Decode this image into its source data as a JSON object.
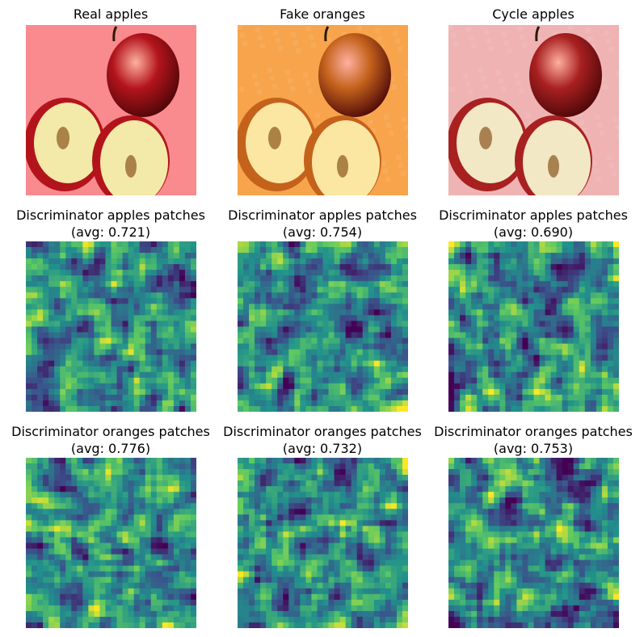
{
  "figure": {
    "rows": [
      {
        "panels": [
          {
            "kind": "photo",
            "variant": "real",
            "title_line1": "Real apples",
            "title_line2": ""
          },
          {
            "kind": "photo",
            "variant": "fake",
            "title_line1": "Fake oranges",
            "title_line2": ""
          },
          {
            "kind": "photo",
            "variant": "cycle",
            "title_line1": "Cycle apples",
            "title_line2": ""
          }
        ]
      },
      {
        "panels": [
          {
            "kind": "heatmap",
            "seed": 11,
            "title_line1": "Discriminator apples patches",
            "title_line2": "(avg: 0.721)"
          },
          {
            "kind": "heatmap",
            "seed": 23,
            "title_line1": "Discriminator apples patches",
            "title_line2": "(avg: 0.754)"
          },
          {
            "kind": "heatmap",
            "seed": 37,
            "title_line1": "Discriminator apples patches",
            "title_line2": "(avg: 0.690)"
          }
        ]
      },
      {
        "panels": [
          {
            "kind": "heatmap",
            "seed": 41,
            "title_line1": "Discriminator oranges patches",
            "title_line2": "(avg: 0.776)"
          },
          {
            "kind": "heatmap",
            "seed": 53,
            "title_line1": "Discriminator oranges patches",
            "title_line2": "(avg: 0.732)"
          },
          {
            "kind": "heatmap",
            "seed": 67,
            "title_line1": "Discriminator oranges patches",
            "title_line2": "(avg: 0.753)"
          }
        ]
      }
    ],
    "colors": {
      "real_bg": "#f98a8e",
      "fake_bg": "#f7a44c",
      "cycle_bg": "#efb3b3",
      "apple_red": "#b3141c",
      "apple_flesh": "#f3e9a8",
      "viridis_low": "#440154",
      "viridis_mid": "#21918c",
      "viridis_high": "#fde725"
    }
  }
}
